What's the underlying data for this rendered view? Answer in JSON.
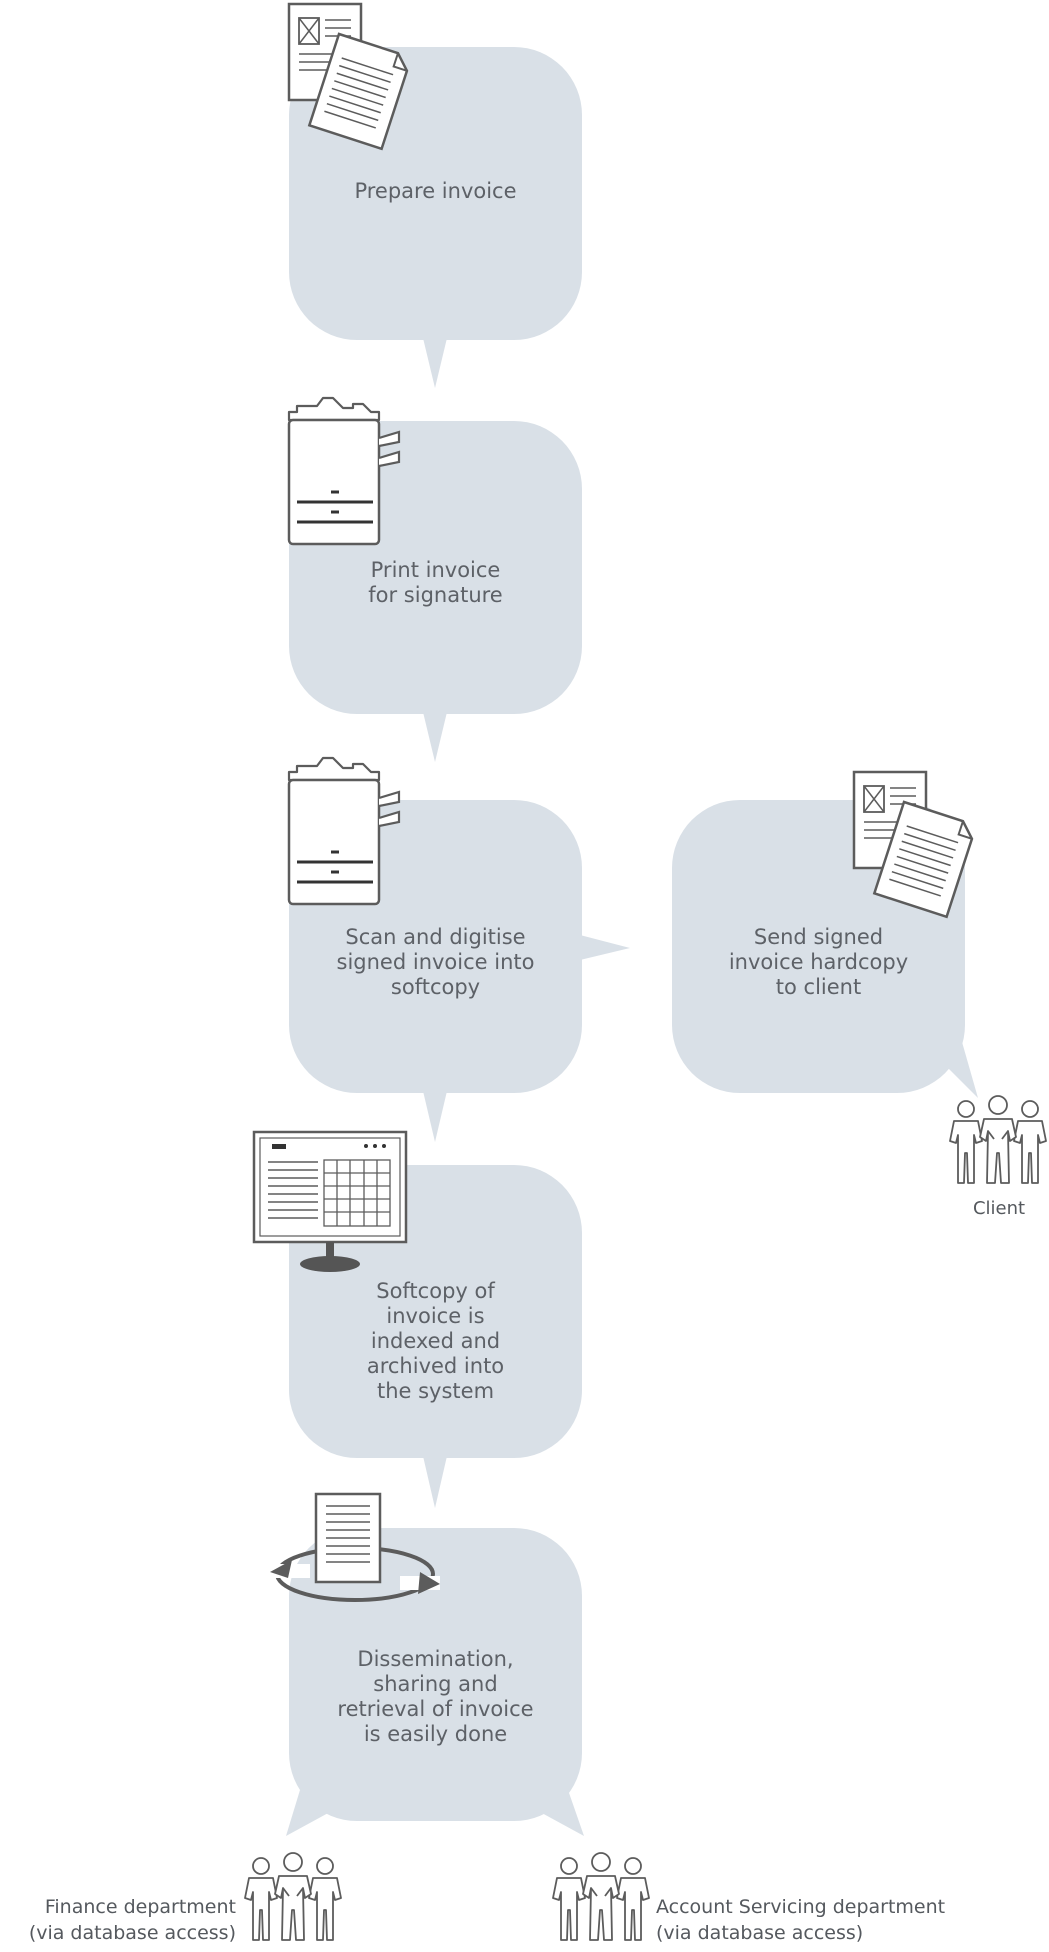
{
  "steps": [
    {
      "id": "prepare",
      "label": "Prepare invoice",
      "icon": "documents-icon"
    },
    {
      "id": "print",
      "label": "Print invoice\nfor signature",
      "icon": "printer-icon"
    },
    {
      "id": "scan",
      "label": "Scan and digitise\nsigned invoice into\nsoftcopy",
      "icon": "scanner-icon"
    },
    {
      "id": "send",
      "label": "Send signed\ninvoice hardcopy\nto client",
      "icon": "documents-icon"
    },
    {
      "id": "archive",
      "label": "Softcopy of\ninvoice is\nindexed and\narchived into\nthe system",
      "icon": "monitor-icon"
    },
    {
      "id": "disseminate",
      "label": "Dissemination,\nsharing and\nretrieval of invoice\nis easily done",
      "icon": "document-cycle-icon"
    }
  ],
  "people": {
    "client": {
      "label": "Client",
      "icon": "people-group-icon"
    },
    "finance": {
      "label": "Finance department\n(via database access)",
      "icon": "people-group-icon"
    },
    "account_servicing": {
      "label": "Account Servicing department\n(via database access)",
      "icon": "people-group-icon"
    }
  },
  "colors": {
    "bubble": "#d9e0e7",
    "icon_stroke": "#5c5c5c",
    "text": "#5d6167"
  }
}
